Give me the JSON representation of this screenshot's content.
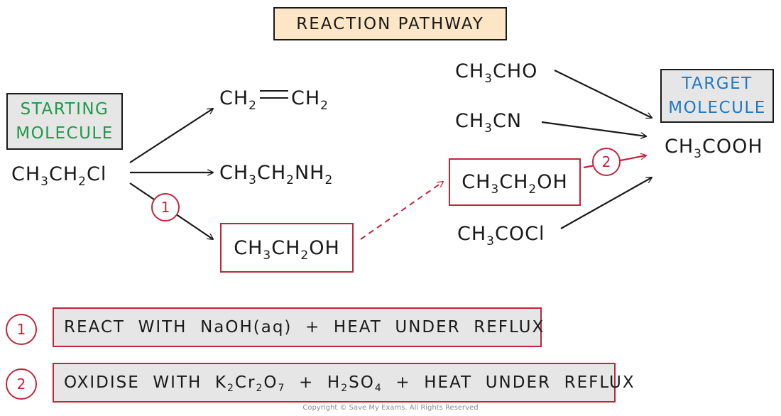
{
  "title": "REACTION PATHWAY",
  "starting_label": [
    "STARTING",
    "MOLECULE"
  ],
  "target_label": [
    "TARGET",
    "MOLECULE"
  ],
  "starting_molecule": "CH3CH2Cl",
  "intermediates_left": [
    "CH2═CH2",
    "CH3CH2NH2",
    "CH3CH2OH"
  ],
  "intermediates_right": [
    "CH3CHO",
    "CH3CN",
    "CH3CH2OH",
    "CH3COCl"
  ],
  "target_molecule": "CH3COOH",
  "conditions": [
    {
      "step": "1",
      "text": "REACT WITH NaOH(aq) + HEAT UNDER REFLUX"
    },
    {
      "step": "2",
      "text": "OXIDISE WITH K2Cr2O7 + H2SO4 + HEAT UNDER REFLUX"
    }
  ],
  "copyright": "Copyright © Save My Exams. All Rights Reserved",
  "colors": {
    "start": "#1d9a49",
    "target": "#1f79c4",
    "route": "#c2253a",
    "title_bg": "#fde6c6",
    "box_bg": "#e6e6e6"
  }
}
